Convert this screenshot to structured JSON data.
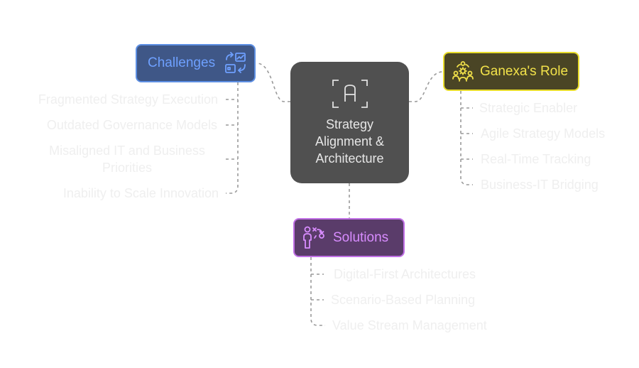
{
  "center": {
    "title": "Strategy Alignment & Architecture",
    "icon": "letter-a-frame-icon"
  },
  "challenges": {
    "label": "Challenges",
    "icon": "strategy-board-icon",
    "color": "#6ea0ff",
    "items": [
      "Fragmented Strategy Execution",
      "Outdated Governance Models",
      "Misaligned IT and Business Priorities",
      "Inability to Scale Innovation"
    ]
  },
  "role": {
    "label": "Ganexa's Role",
    "icon": "team-gear-icon",
    "color": "#f2e24a",
    "items": [
      "Strategic Enabler",
      "Agile Strategy Models",
      "Real-Time Tracking",
      "Business-IT Bridging"
    ]
  },
  "solutions": {
    "label": "Solutions",
    "icon": "person-decision-icon",
    "color": "#d88cff",
    "items": [
      "Digital-First Architectures",
      "Scenario-Based Planning",
      "Value Stream Management"
    ]
  }
}
